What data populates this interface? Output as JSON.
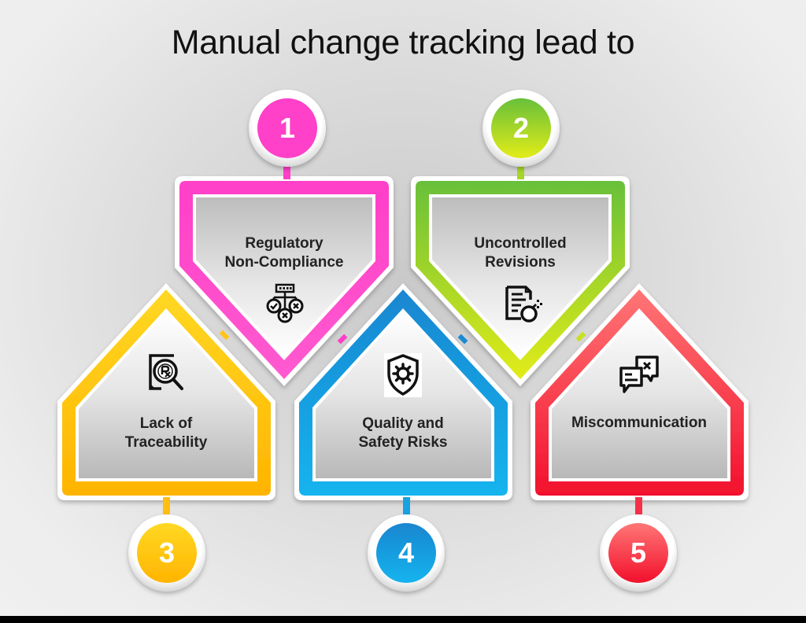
{
  "title": "Manual change tracking lead to",
  "items": [
    {
      "number": "1",
      "label_line1": "Regulatory",
      "label_line2": "Non-Compliance",
      "icon": "workflow-check-x-icon",
      "color": "#ff3fc8",
      "color_dark": "#f020b8",
      "shape": "pentagon-down",
      "position": "top-left"
    },
    {
      "number": "2",
      "label_line1": "Uncontrolled",
      "label_line2": "Revisions",
      "icon": "document-bomb-icon",
      "color": "#6cc23a",
      "color_dark": "#d7e81c",
      "shape": "pentagon-down",
      "position": "top-right"
    },
    {
      "number": "3",
      "label_line1": "Lack of",
      "label_line2": "Traceability",
      "icon": "document-search-x-icon",
      "color": "#ffd21a",
      "color_dark": "#ffb400",
      "shape": "pentagon-up",
      "position": "bottom-left"
    },
    {
      "number": "4",
      "label_line1": "Quality and",
      "label_line2": "Safety Risks",
      "icon": "shield-virus-icon",
      "color": "#1b8fd6",
      "color_dark": "#16b2ee",
      "shape": "pentagon-up",
      "position": "bottom-middle"
    },
    {
      "number": "5",
      "label_line1": "Miscommunication",
      "label_line2": "",
      "icon": "chat-error-icon",
      "color": "#ff6a6a",
      "color_dark": "#f0102e",
      "shape": "pentagon-up",
      "position": "bottom-right"
    }
  ]
}
